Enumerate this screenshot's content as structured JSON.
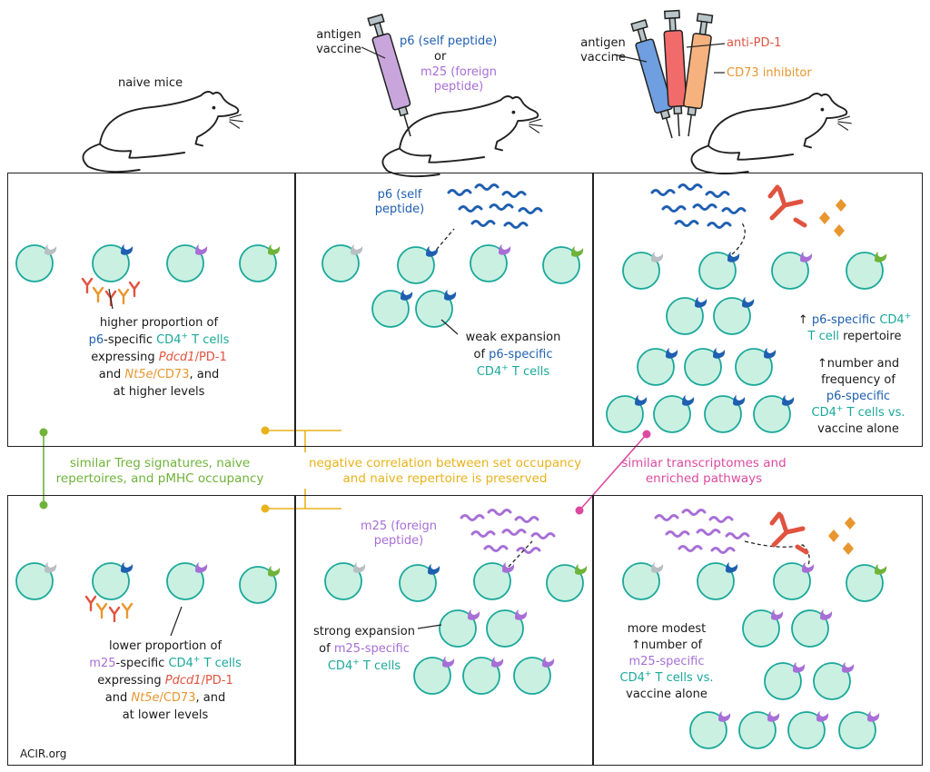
{
  "top": {
    "naive_mice": "naive mice",
    "antigen_vaccine_1": "antigen vaccine",
    "p6_self": "p6 (self peptide)",
    "or": "or",
    "m25_foreign": "m25 (foreign peptide)",
    "antigen_vaccine_2": "antigen vaccine",
    "anti_pd1": "anti-PD-1",
    "cd73_inhibitor": "CD73 inhibitor"
  },
  "panel_a": {
    "l1": "higher proportion of",
    "p6": "p6",
    "specific": "-specific",
    "cd4": "CD4",
    "plus": "+",
    "tcells": "T cells",
    "expressing": "expressing",
    "pdcd1": "Pdcd1",
    "pd1": "/PD-1",
    "and": "and",
    "nt5e": "Nt5e",
    "cd73": "/CD73",
    "and_end": ", and",
    "at_levels": "at higher levels"
  },
  "panel_b": {
    "p6_self_peptide": "p6 (self peptide)",
    "weak": "weak expansion",
    "of": "of",
    "p6_specific": "p6-specific",
    "cd4": "CD4",
    "plus": "+",
    "tcells": "T cells"
  },
  "panel_c": {
    "arrow": "↑",
    "p6_specific": "p6-specific",
    "cd4": "CD4",
    "plus": "+",
    "tcell_rep": "T cell",
    "repertoire": "repertoire",
    "number_and": "↑number and",
    "frequency_of": "frequency of",
    "p6_specific2": "p6-specific",
    "cd4_b": "CD4",
    "tcells_vs": "T cells vs.",
    "vaccine_alone": "vaccine alone"
  },
  "middle": {
    "green_text": "similar Treg signatures, naive repertoires, and pMHC occupancy",
    "yellow_text": "negative correlation between set occupancy and naive repertoire is preserved",
    "pink_text": "similar transcriptomes and enriched pathways"
  },
  "panel_d": {
    "l1": "lower proportion of",
    "m25": "m25",
    "specific": "-specific",
    "cd4": "CD4",
    "plus": "+",
    "tcells": "T cells",
    "expressing": "expressing",
    "pdcd1": "Pdcd1",
    "pd1": "/PD-1",
    "and": "and",
    "nt5e": "Nt5e",
    "cd73": "/CD73",
    "and_end": ", and",
    "at_levels": "at lower levels"
  },
  "panel_e": {
    "m25_foreign_peptide": "m25 (foreign peptide)",
    "strong": "strong expansion",
    "of": "of",
    "m25_specific": "m25-specific",
    "cd4": "CD4",
    "plus": "+",
    "tcells": "T cells"
  },
  "panel_f": {
    "more_modest": "more modest",
    "number_of": "↑number of",
    "m25_specific": "m25-specific",
    "cd4": "CD4",
    "plus": "+",
    "tcells_vs": "T cells vs.",
    "vaccine_alone": "vaccine alone"
  },
  "footer": {
    "credit": "ACIR.org"
  },
  "colors": {
    "cell_fill": "#c9f0e1",
    "cell_stroke": "#1aa89a",
    "self_receptor": "#1f5fb0",
    "foreign_receptor": "#a76fd6",
    "gray_receptor": "#b8bfc2",
    "green_receptor": "#6fb33a",
    "anti_pd1": "#e0533f",
    "cd73_inhibitor": "#e8962e",
    "green_link": "#6fb33a",
    "yellow_link": "#e8b21a",
    "pink_link": "#dc4aa0"
  }
}
